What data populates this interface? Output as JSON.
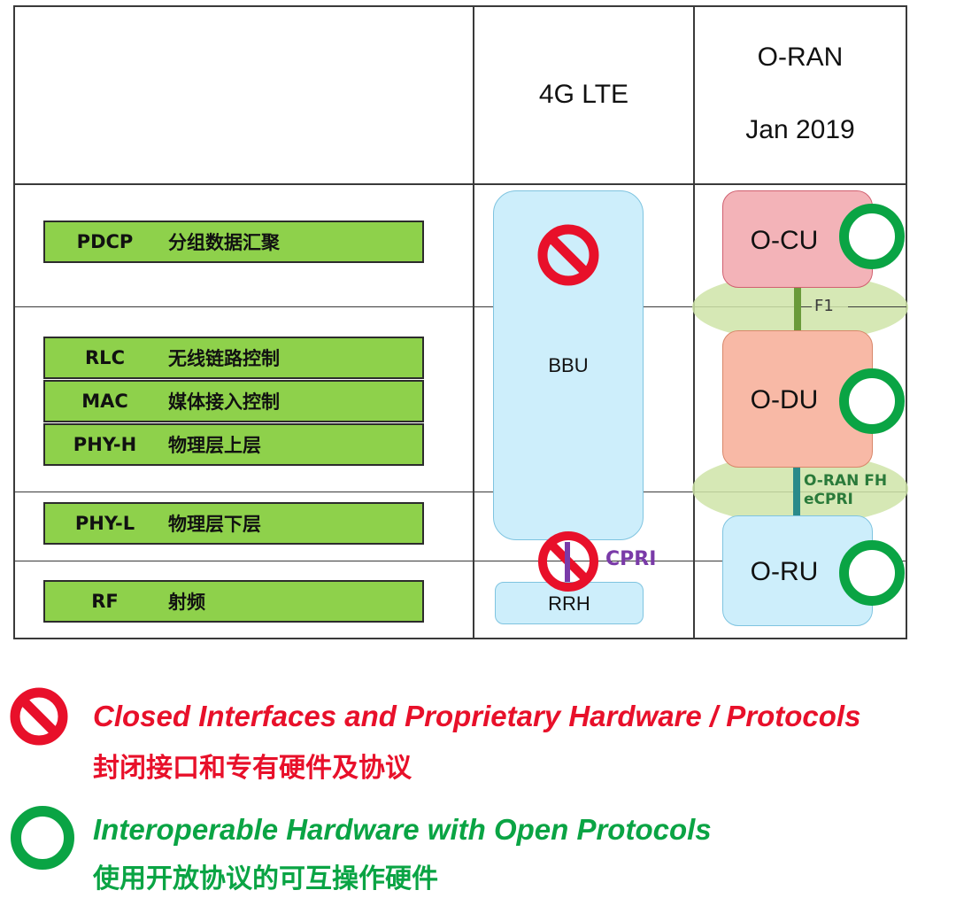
{
  "header": {
    "col_lte": "4G LTE",
    "col_oran_line1": "O-RAN",
    "col_oran_line2": "Jan 2019"
  },
  "layers": [
    {
      "code": "PDCP",
      "name": "分组数据汇聚"
    },
    {
      "code": "RLC",
      "name": "无线链路控制"
    },
    {
      "code": "MAC",
      "name": "媒体接入控制"
    },
    {
      "code": "PHY-H",
      "name": "物理层上层"
    },
    {
      "code": "PHY-L",
      "name": "物理层下层"
    },
    {
      "code": "RF",
      "name": "射频"
    }
  ],
  "lte": {
    "bbu": "BBU",
    "rrh": "RRH",
    "cpri": "CPRI"
  },
  "oran": {
    "cu": "O-CU",
    "du": "O-DU",
    "ru": "O-RU",
    "f1": "F1",
    "fh_line1": "O-RAN FH",
    "fh_line2": "eCPRI"
  },
  "legend": {
    "closed_en": "Closed Interfaces and Proprietary Hardware / Protocols",
    "closed_cn": "封闭接口和专有硬件及协议",
    "open_en": "Interoperable Hardware with Open Protocols",
    "open_cn": "使用开放协议的可互操作硬件"
  },
  "colors": {
    "closed": "#e8102a",
    "open": "#0aa444",
    "layer_fill": "#8ed14b",
    "bbu_fill": "#cdeefb",
    "cu_fill": "#f3b3b8",
    "du_fill": "#f8b9a6",
    "ru_fill": "#cdeefb",
    "interface_ellipse": "#cfe4a8"
  }
}
